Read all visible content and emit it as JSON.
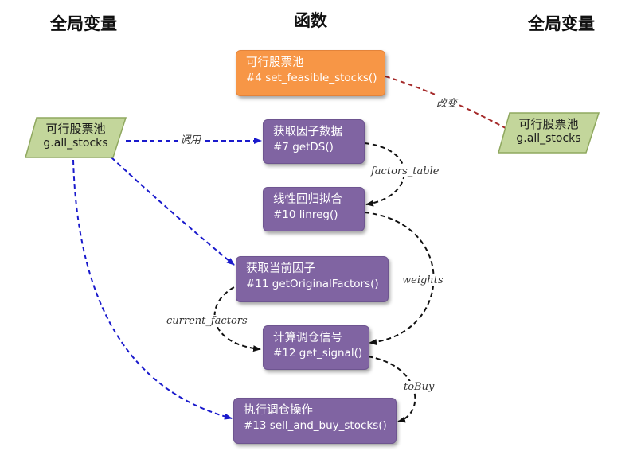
{
  "headers": {
    "left": "全局变量",
    "middle": "函数",
    "right": "全局变量"
  },
  "globals": {
    "left": {
      "title": "可行股票池",
      "var": "g.all_stocks"
    },
    "right": {
      "title": "可行股票池",
      "var": "g.all_stocks"
    }
  },
  "functions": {
    "set_feasible": {
      "title": "可行股票池",
      "sig": "#4 set_feasible_stocks()"
    },
    "get_ds": {
      "title": "获取因子数据",
      "sig": "#7 getDS()"
    },
    "linreg": {
      "title": "线性回归拟合",
      "sig": "#10 linreg()"
    },
    "get_original": {
      "title": "获取当前因子",
      "sig": "#11 getOriginalFactors()"
    },
    "get_signal": {
      "title": "计算调仓信号",
      "sig": "#12 get_signal()"
    },
    "sell_buy": {
      "title": "执行调仓操作",
      "sig": "#13 sell_and_buy_stocks()"
    }
  },
  "edge_labels": {
    "change": "改变",
    "call": "调用",
    "factors_table": "factors_table",
    "weights": "weights",
    "current_factors": "current_factors",
    "to_buy": "toBuy"
  },
  "colors": {
    "orange": "#f79646",
    "purple": "#8064a2",
    "green": "#c3d69b",
    "blue_arrow": "#1a1acc",
    "red_arrow": "#a52a2a",
    "black_arrow": "#111111"
  }
}
